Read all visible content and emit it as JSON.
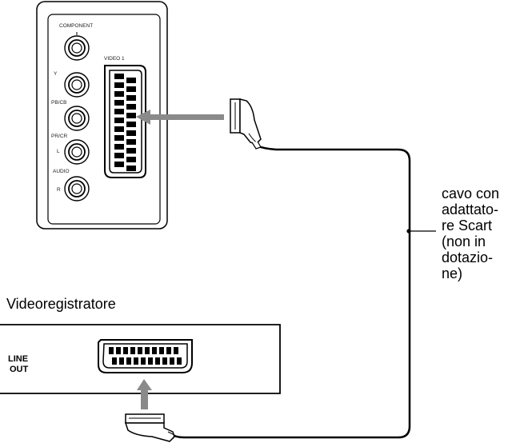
{
  "tv_panel": {
    "component_label": "COMPONENT",
    "video1_label": "VIDEO 1",
    "jacks": [
      "Y",
      "PB/CB",
      "PR/CR",
      "L",
      "R"
    ],
    "audio_label": "AUDIO"
  },
  "cable": {
    "lines": [
      "cavo con",
      "adattato-",
      "re Scart",
      "(non in",
      "dotazio-",
      "ne)"
    ]
  },
  "vcr": {
    "title": "Videoregistratore",
    "output_label_line1": "LINE",
    "output_label_line2": "OUT"
  }
}
